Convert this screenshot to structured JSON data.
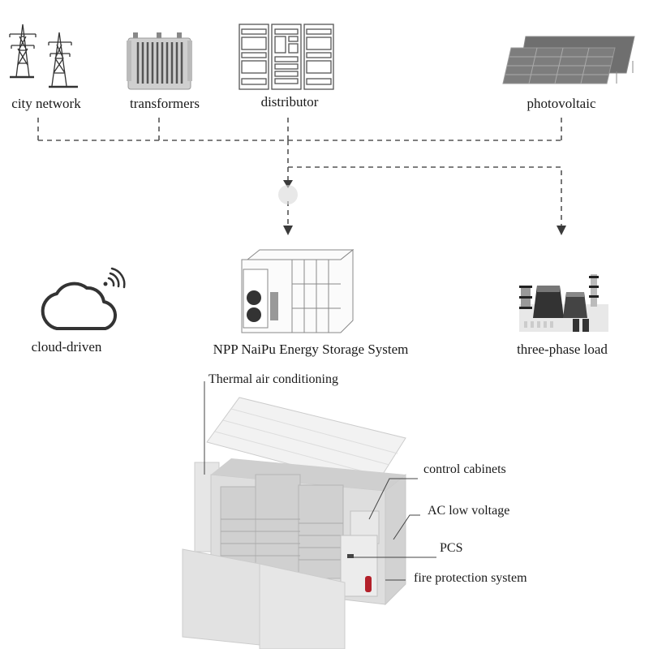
{
  "sources": [
    {
      "id": "city-network",
      "label": "city network",
      "icon": "power-tower-icon"
    },
    {
      "id": "transformers",
      "label": "transformers",
      "icon": "transformer-icon"
    },
    {
      "id": "distributor",
      "label": "distributor",
      "icon": "distribution-cabinet-icon"
    },
    {
      "id": "photovoltaic",
      "label": "photovoltaic",
      "icon": "solar-panel-icon"
    }
  ],
  "middle": {
    "cloud": {
      "label": "cloud-driven",
      "icon": "cloud-wifi-icon"
    },
    "storage": {
      "label": "NPP NaiPu Energy Storage System",
      "icon": "container-icon"
    },
    "load": {
      "label": "three-phase load",
      "icon": "factory-icon"
    }
  },
  "callouts": [
    {
      "label": "Thermal air conditioning"
    },
    {
      "label": "control cabinets"
    },
    {
      "label": "AC low voltage"
    },
    {
      "label": "PCS"
    },
    {
      "label": "fire protection system"
    }
  ],
  "colors": {
    "line": "#555555",
    "arrow": "#3a3a3a",
    "container": "#e4e4e4",
    "extinguisher": "#b3202a"
  }
}
